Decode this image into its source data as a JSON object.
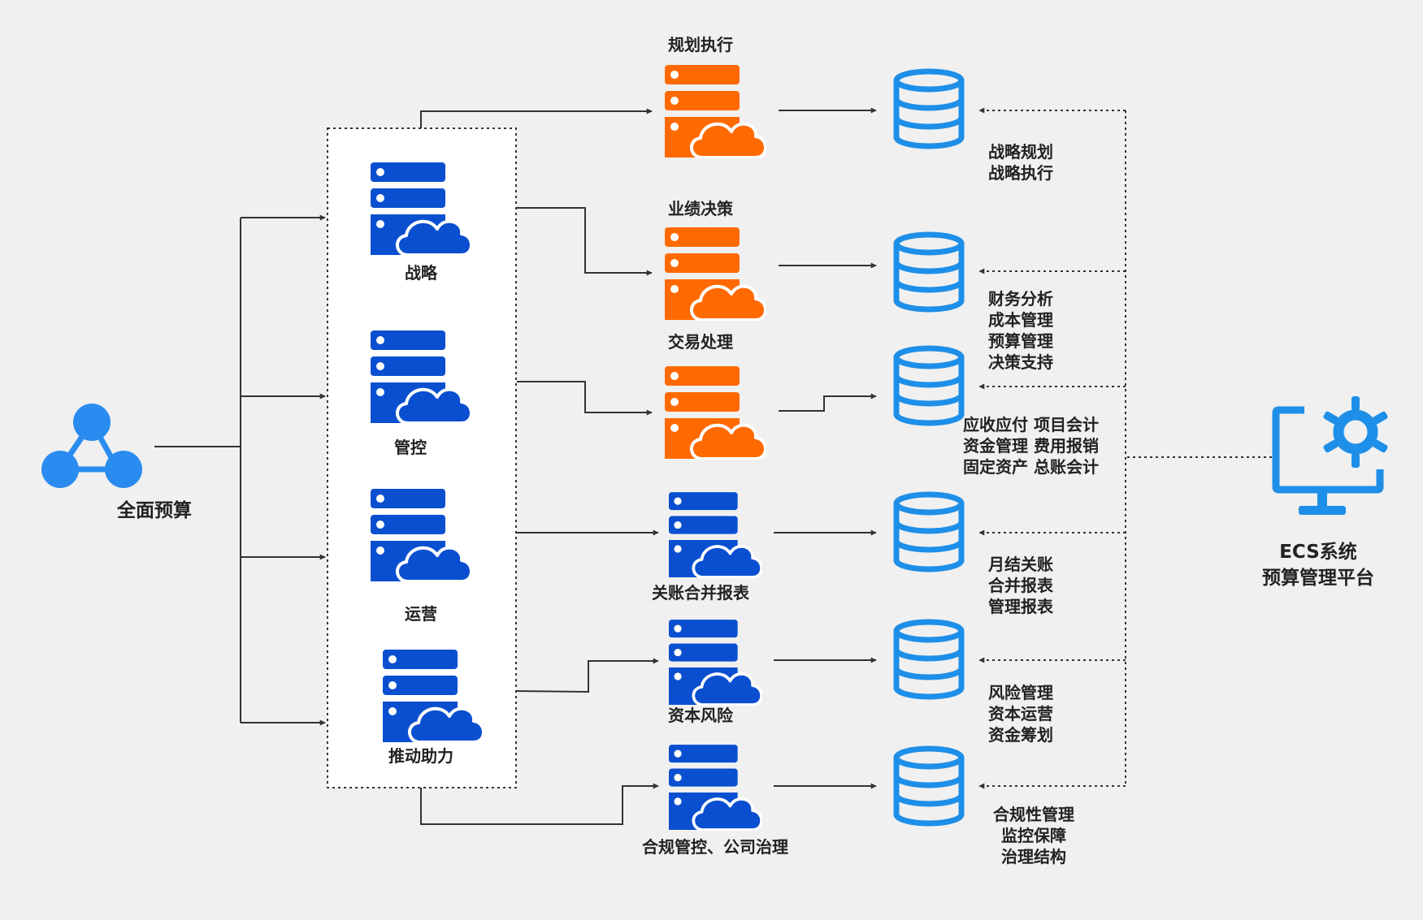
{
  "left_node": {
    "label": "全面预算",
    "icon": "network-icon"
  },
  "pillars": [
    {
      "label": "战略",
      "icon": "server-cloud-icon"
    },
    {
      "label": "管控",
      "icon": "server-cloud-icon"
    },
    {
      "label": "运营",
      "icon": "server-cloud-icon"
    },
    {
      "label": "推动助力",
      "icon": "server-cloud-icon"
    }
  ],
  "modules": [
    {
      "label": "规划执行",
      "color": "orange",
      "descriptions": [
        "战略规划",
        "战略执行"
      ]
    },
    {
      "label": "业绩决策",
      "color": "orange",
      "descriptions": [
        "财务分析",
        "成本管理",
        "预算管理",
        "决策支持"
      ]
    },
    {
      "label": "交易处理",
      "color": "orange",
      "descriptions": [
        "应收应付 项目会计",
        "资金管理 费用报销",
        "固定资产 总账会计"
      ]
    },
    {
      "label": "关账合并报表",
      "color": "blue",
      "descriptions": [
        "月结关账",
        "合并报表",
        "管理报表"
      ]
    },
    {
      "label": "资本风险",
      "color": "blue",
      "descriptions": [
        "风险管理",
        "资本运营",
        "资金筹划"
      ]
    },
    {
      "label": "合规管控、公司治理",
      "color": "blue",
      "descriptions": [
        "合规性管理",
        "监控保障",
        "治理结构"
      ]
    }
  ],
  "platform": {
    "lines": [
      "ECS系统",
      "预算管理平台"
    ],
    "icon": "monitor-gear-icon"
  },
  "colors": {
    "orange": "#ff6a00",
    "blue": "#0a4fd0",
    "light_blue": "#1e8fe8",
    "node_blue": "#2a8cf0",
    "line": "#333333",
    "background": "#f0f0f0"
  }
}
